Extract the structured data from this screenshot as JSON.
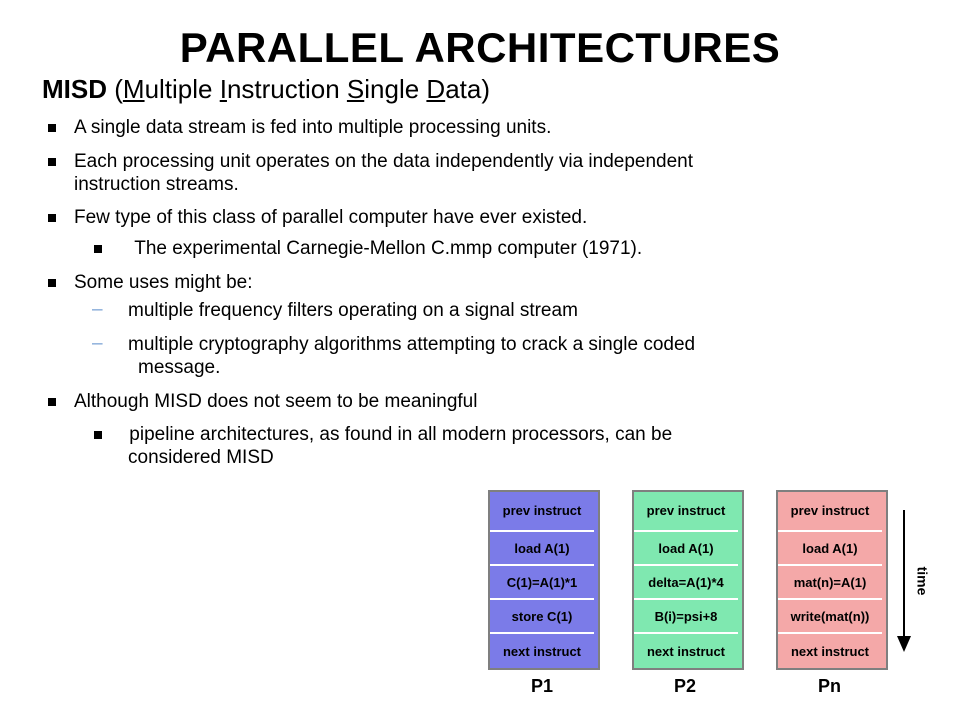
{
  "title": "PARALLEL ARCHITECTURES",
  "subtitle": {
    "abbr": "MISD",
    "open": " (",
    "m": "M",
    "ultiple": "ultiple ",
    "i": "I",
    "nstruction": "nstruction ",
    "s": "S",
    "ingle": "ingle ",
    "d": "D",
    "ata": "ata)"
  },
  "bullets": {
    "b1": "A single data stream is fed into multiple processing units.",
    "b2a": " Each processing unit operates on the data independently via independent",
    "b2b": "instruction streams.",
    "b3": "Few type of this class of parallel computer have ever existed.",
    "b3sub": "  The experimental Carnegie-Mellon C.mmp computer (1971).",
    "b4": "Some uses might be:",
    "d1": "multiple frequency filters operating on a signal stream",
    "d2a": "multiple cryptography algorithms attempting to crack a single coded",
    "d2b": "message.",
    "b5": "Although MISD does not seem to be meaningful",
    "b5sub_a": " pipeline architectures, as found in all modern processors, can be",
    "b5sub_b": "considered MISD"
  },
  "diagram": {
    "colors": {
      "p1": "#7b7be8",
      "p2": "#7fe8b0",
      "pn": "#f4a8a8"
    },
    "columns": [
      {
        "label": "P1",
        "cells": [
          "prev instruct",
          "load A(1)",
          "C(1)=A(1)*1",
          "store C(1)",
          "next instruct"
        ]
      },
      {
        "label": "P2",
        "cells": [
          "prev instruct",
          "load A(1)",
          "delta=A(1)*4",
          "B(i)=psi+8",
          "next instruct"
        ]
      },
      {
        "label": "Pn",
        "cells": [
          "prev instruct",
          "load A(1)",
          "mat(n)=A(1)",
          "write(mat(n))",
          "next instruct"
        ]
      }
    ],
    "time_label": "time"
  }
}
